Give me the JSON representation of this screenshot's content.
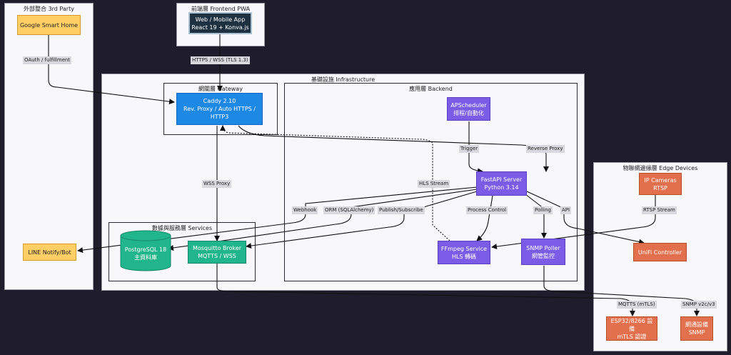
{
  "clusters": {
    "third_party": "外部整合 3rd Party",
    "frontend": "前端層 Frontend PWA",
    "infrastructure": "基礎設施 Infrastructure",
    "gateway": "網關層 Gateway",
    "backend": "應用層 Backend",
    "services": "數據與服務層 Services",
    "edge": "物聯網邊緣層 Edge Devices"
  },
  "nodes": {
    "google": "Google Smart Home",
    "webapp": [
      "Web / Mobile App",
      "React 19 + Konva.js"
    ],
    "caddy": [
      "Caddy 2.10",
      "Rev. Proxy / Auto HTTPS /",
      "HTTP3"
    ],
    "apscheduler": [
      "APScheduler",
      "排程/自動化"
    ],
    "fastapi": [
      "FastAPI Server",
      "Python 3.14"
    ],
    "ffmpeg": [
      "FFmpeg Service",
      "HLS 轉碼"
    ],
    "snmp": [
      "SNMP Poller",
      "網管監控"
    ],
    "postgres": [
      "PostgreSQL 18",
      "主資料庫"
    ],
    "mosquitto": [
      "Mosquitto Broker",
      "MQTTS / WSS"
    ],
    "line": "LINE Notify/Bot",
    "ipcam": [
      "IP Cameras",
      "RTSP"
    ],
    "unifi": "UniFi Controller",
    "esp": [
      "ESP32/8266 設備",
      "mTLS 認證"
    ],
    "netdev": [
      "網通設備",
      "SNMP"
    ]
  },
  "edge_labels": {
    "oauth": "OAuth / fulfillment",
    "https": "HTTPS / WSS (TLS 1.3)",
    "wss_proxy": "WSS Proxy",
    "hls_stream": "HLS Stream",
    "trigger": "Trigger",
    "reverse_proxy": "Reverse Proxy",
    "webhook": "Webhook",
    "orm": "ORM (SQLAlchemy)",
    "pubsub": "Publish/Subscribe",
    "process_control": "Process Control",
    "polling": "Polling",
    "api": "API",
    "rtsp_stream": "RTSP Stream",
    "mqtts": "MQTTS (mTLS)",
    "snmp_v": "SNMP v2c/v3"
  },
  "colors": {
    "background": "#1f1d2b",
    "yellow": "#ffcf66",
    "blue": "#1e88e5",
    "purple": "#7b5ce6",
    "green": "#20b58a",
    "orange": "#e2704c"
  }
}
